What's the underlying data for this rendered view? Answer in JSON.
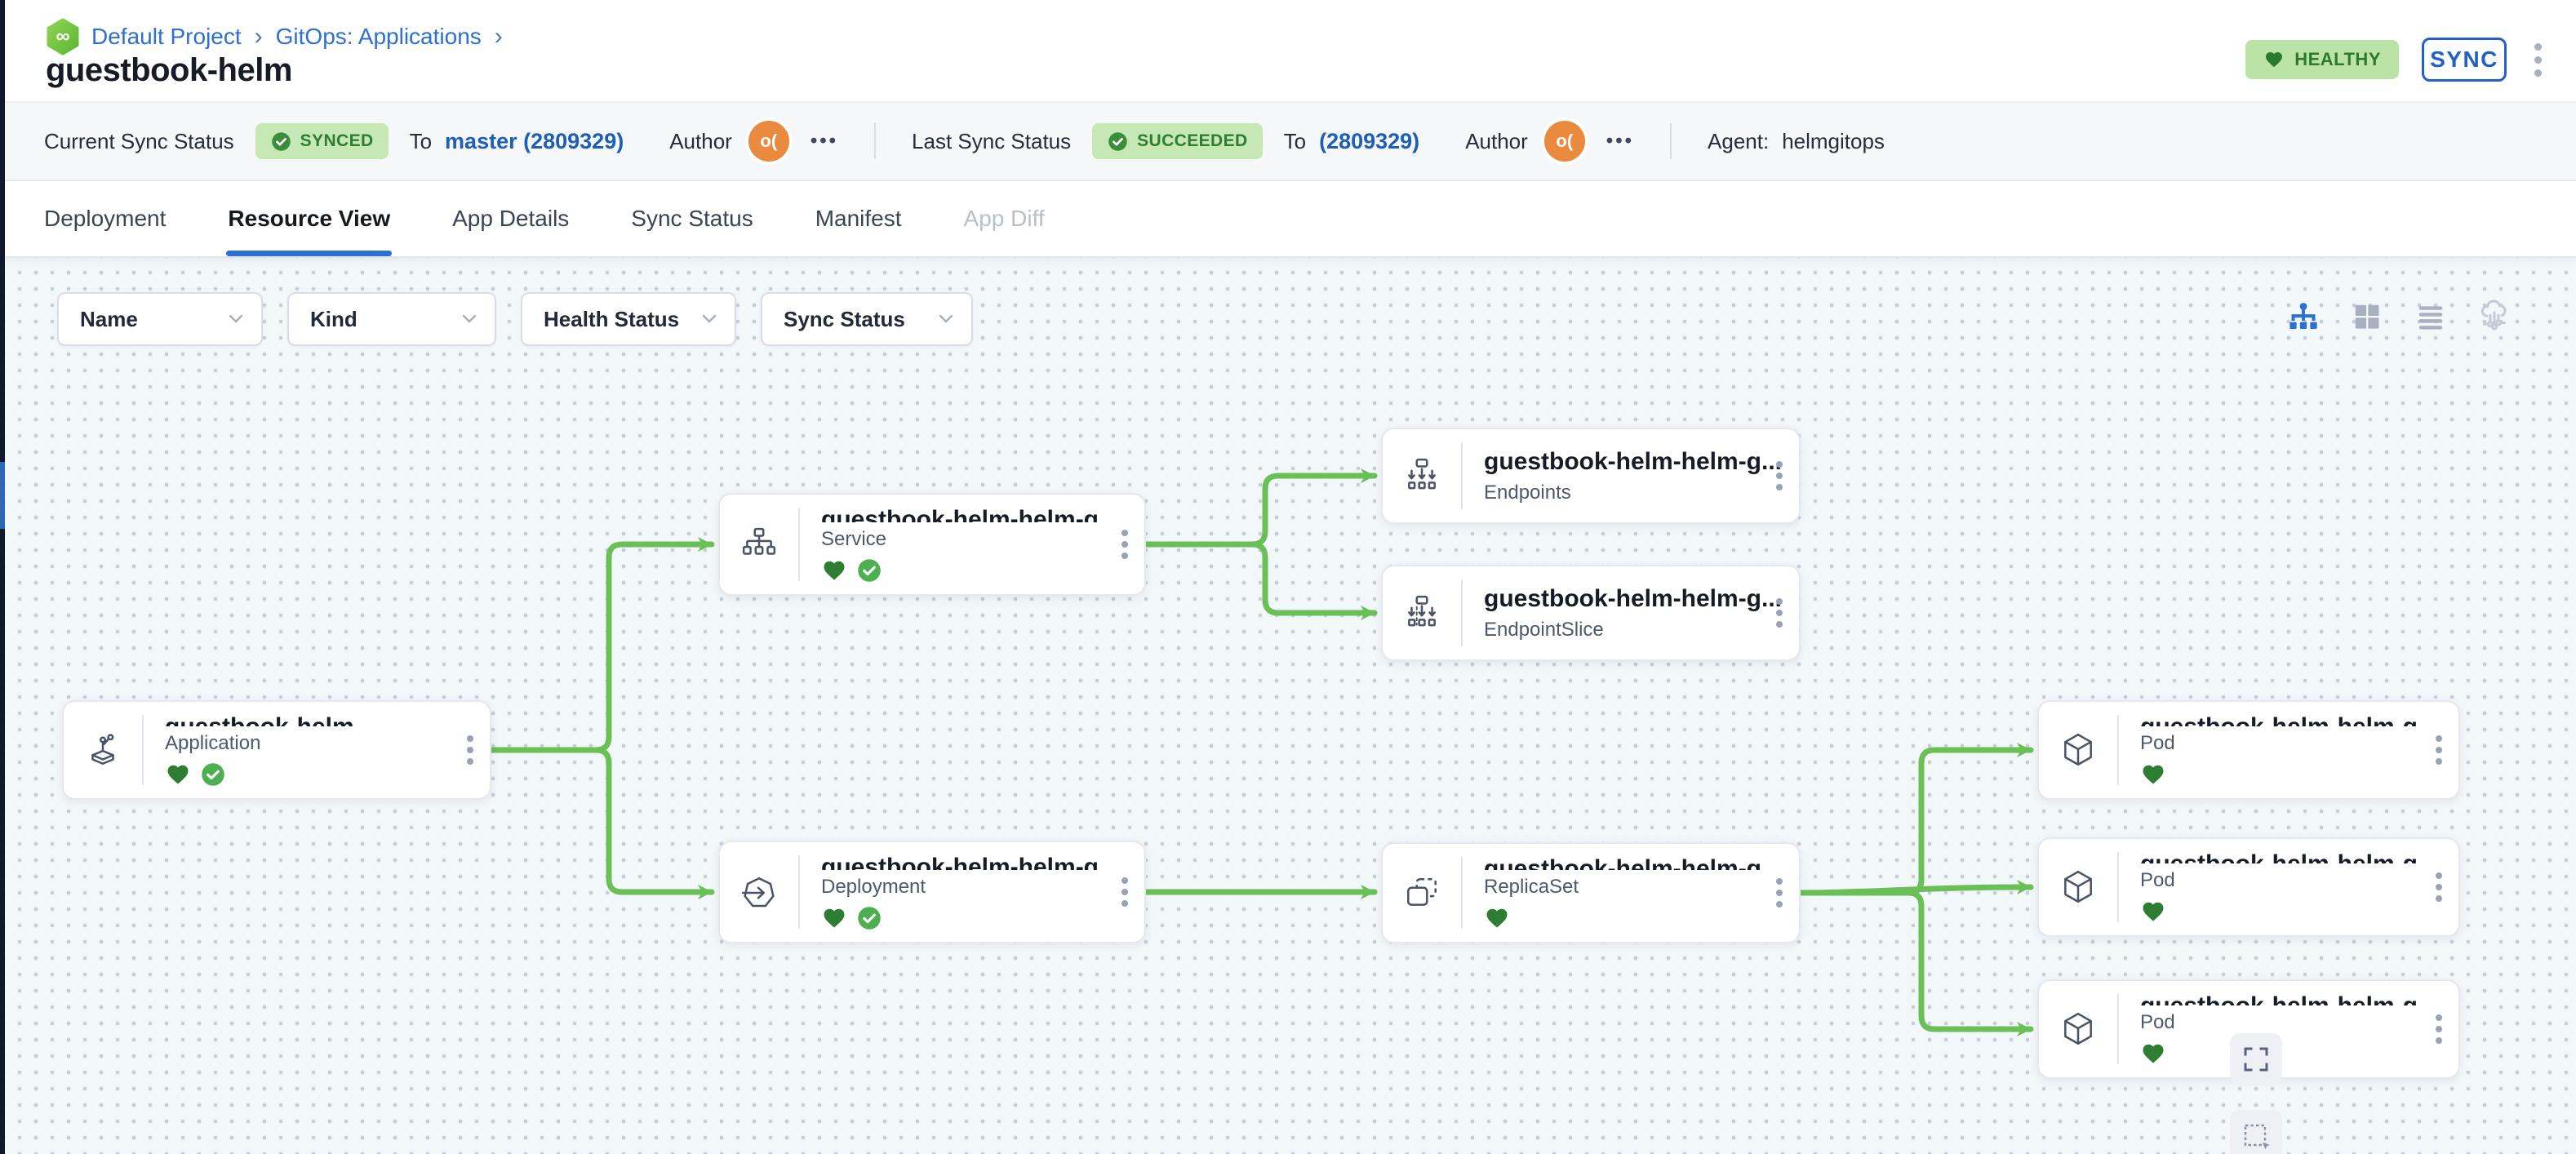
{
  "breadcrumb": {
    "logo_icon": "codefresh-logo-icon",
    "project": "Default Project",
    "separator": "›",
    "section": "GitOps: Applications"
  },
  "page": {
    "title": "guestbook-helm"
  },
  "header_actions": {
    "health_badge": "HEALTHY",
    "sync_button": "SYNC"
  },
  "status_bar": {
    "current": {
      "label": "Current Sync Status",
      "badge": "SYNCED",
      "to": "To",
      "revision": "master (2809329)",
      "author_label": "Author",
      "author_initials": "o(",
      "more": "•••"
    },
    "last": {
      "label": "Last Sync Status",
      "badge": "SUCCEEDED",
      "to": "To",
      "revision": "(2809329)",
      "author_label": "Author",
      "author_initials": "o(",
      "more": "•••"
    },
    "agent_label": "Agent:",
    "agent_value": "helmgitops"
  },
  "tabs": [
    {
      "label": "Deployment"
    },
    {
      "label": "Resource View",
      "active": true
    },
    {
      "label": "App Details"
    },
    {
      "label": "Sync Status"
    },
    {
      "label": "Manifest"
    },
    {
      "label": "App Diff",
      "disabled": true
    }
  ],
  "filters": [
    {
      "label": "Name"
    },
    {
      "label": "Kind"
    },
    {
      "label": "Health Status"
    },
    {
      "label": "Sync Status"
    }
  ],
  "view_toggles": [
    {
      "name": "tree-view-icon",
      "active": true
    },
    {
      "name": "grid-view-icon",
      "active": false
    },
    {
      "name": "list-view-icon",
      "active": false
    },
    {
      "name": "cluster-view-icon",
      "active": false
    }
  ],
  "nodes": [
    {
      "title": "guestbook-helm",
      "kind": "Application",
      "health": "healthy",
      "synced": true
    },
    {
      "title": "guestbook-helm-helm-g...",
      "kind": "Service",
      "health": "healthy",
      "synced": true
    },
    {
      "title": "guestbook-helm-helm-g...",
      "kind": "Endpoints"
    },
    {
      "title": "guestbook-helm-helm-g...",
      "kind": "EndpointSlice"
    },
    {
      "title": "guestbook-helm-helm-g...",
      "kind": "Deployment",
      "health": "healthy",
      "synced": true
    },
    {
      "title": "guestbook-helm-helm-g...",
      "kind": "ReplicaSet",
      "health": "healthy"
    },
    {
      "title": "guestbook-helm-helm-g...",
      "kind": "Pod",
      "health": "healthy"
    },
    {
      "title": "guestbook-helm-helm-g...",
      "kind": "Pod",
      "health": "healthy"
    },
    {
      "title": "guestbook-helm-helm-g...",
      "kind": "Pod",
      "health": "healthy"
    }
  ],
  "colors": {
    "accent_blue": "#2d6fd2",
    "link_blue": "#1d5fb4",
    "edge_green": "#6abf57",
    "health_green": "#2d7d32",
    "sync_check_green": "#4caf50",
    "badge_bg_green": "#c6e8b4",
    "avatar_orange": "#e98a3e"
  }
}
